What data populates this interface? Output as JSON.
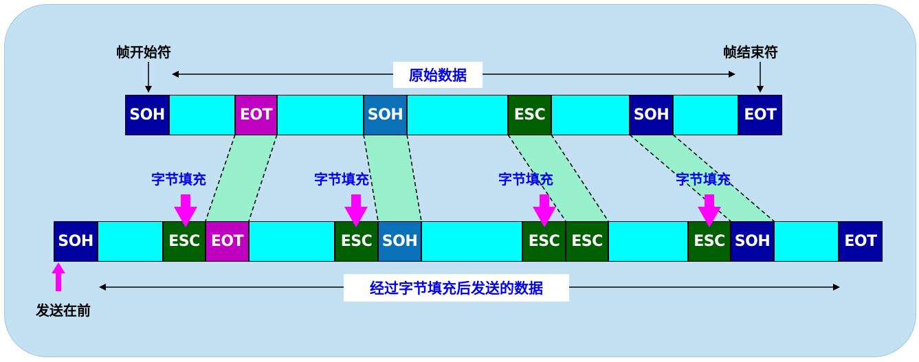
{
  "top_frame": {
    "start_label": "帧开始符",
    "end_label": "帧结束符",
    "span_label": "原始数据",
    "cells": [
      {
        "kind": "soh",
        "text": "SOH"
      },
      {
        "kind": "data",
        "text": ""
      },
      {
        "kind": "eot",
        "text": "EOT"
      },
      {
        "kind": "data",
        "text": ""
      },
      {
        "kind": "soh2",
        "text": "SOH"
      },
      {
        "kind": "data",
        "text": ""
      },
      {
        "kind": "esc",
        "text": "ESC"
      },
      {
        "kind": "data",
        "text": ""
      },
      {
        "kind": "soh",
        "text": "SOH"
      },
      {
        "kind": "data",
        "text": ""
      },
      {
        "kind": "soh",
        "text": "EOT"
      }
    ]
  },
  "bottom_frame": {
    "span_label": "经过字节填充后发送的数据",
    "send_first_label": "发送在前",
    "cells": [
      {
        "kind": "soh",
        "text": "SOH"
      },
      {
        "kind": "data",
        "text": ""
      },
      {
        "kind": "esc",
        "text": "ESC"
      },
      {
        "kind": "eot",
        "text": "EOT"
      },
      {
        "kind": "data",
        "text": ""
      },
      {
        "kind": "esc",
        "text": "ESC"
      },
      {
        "kind": "soh2",
        "text": "SOH"
      },
      {
        "kind": "data",
        "text": ""
      },
      {
        "kind": "esc",
        "text": "ESC"
      },
      {
        "kind": "esc",
        "text": "ESC"
      },
      {
        "kind": "data",
        "text": ""
      },
      {
        "kind": "esc",
        "text": "ESC"
      },
      {
        "kind": "soh",
        "text": "SOH"
      },
      {
        "kind": "data",
        "text": ""
      },
      {
        "kind": "soh",
        "text": "EOT"
      }
    ]
  },
  "stuffing": {
    "label": "字节填充",
    "count": 4
  },
  "colors": {
    "panel": "#c4e1f3",
    "data": "#00ffff",
    "soh": "#0000a0",
    "soh2": "#0a70b8",
    "eot": "#c000c0",
    "esc": "#006000",
    "link": "#99f0cc",
    "arrow_magenta": "#ff00ff",
    "label_blue": "#0000ee"
  }
}
